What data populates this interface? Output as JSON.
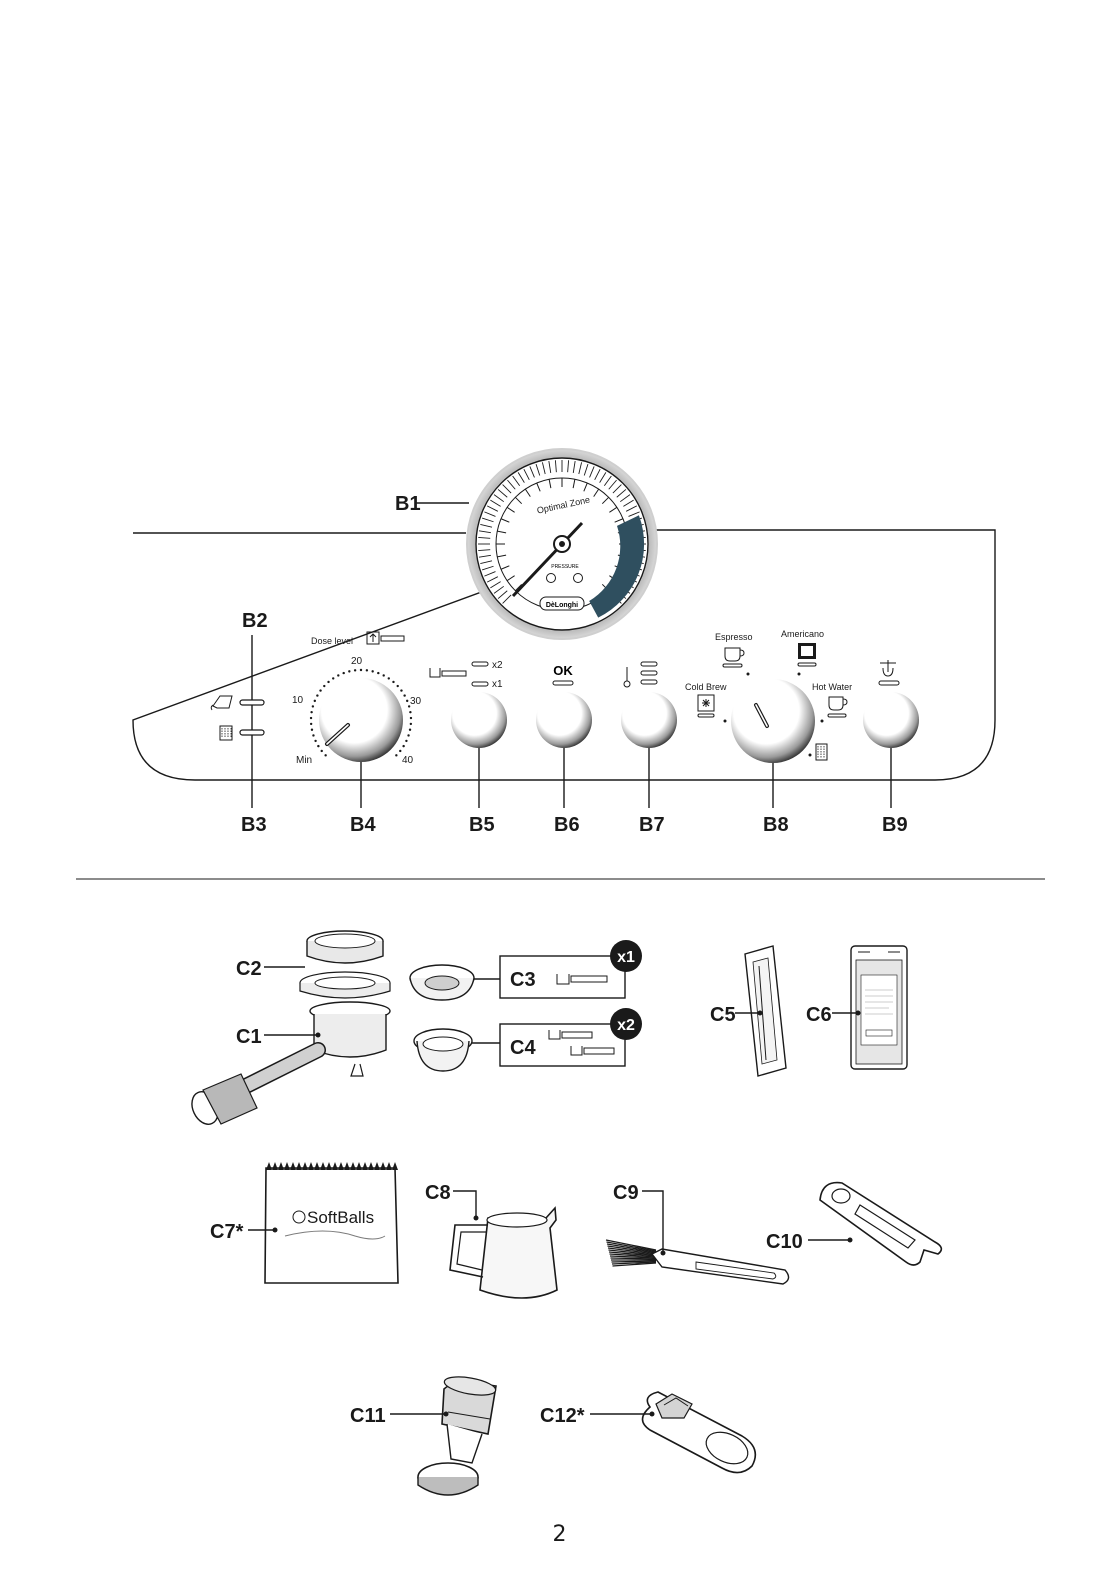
{
  "panel_callouts": {
    "b1": "B1",
    "b2": "B2",
    "b3": "B3",
    "b4": "B4",
    "b5": "B5",
    "b6": "B6",
    "b7": "B7",
    "b8": "B8",
    "b9": "B9"
  },
  "gauge": {
    "zone_label": "Optimal Zone",
    "pressure_label": "PRESSURE",
    "brand": "DèLonghi"
  },
  "dose_knob": {
    "label": "Dose level",
    "ticks": [
      "Min",
      "10",
      "20",
      "30",
      "40"
    ]
  },
  "shot_selector": {
    "double": "x2",
    "single": "x1"
  },
  "ok_button": {
    "label": "OK"
  },
  "beverage_dial": {
    "espresso": "Espresso",
    "americano": "Americano",
    "cold_brew": "Cold Brew",
    "hot_water": "Hot Water"
  },
  "accessory_callouts": {
    "c1": "C1",
    "c2": "C2",
    "c3": "C3",
    "c4": "C4",
    "c5": "C5",
    "c6": "C6",
    "c7": "C7*",
    "c8": "C8",
    "c9": "C9",
    "c10": "C10",
    "c11": "C11",
    "c12": "C12*"
  },
  "filter_badges": {
    "single": "x1",
    "double": "x2"
  },
  "softballs_label": "SoftBalls",
  "page_number": "2"
}
